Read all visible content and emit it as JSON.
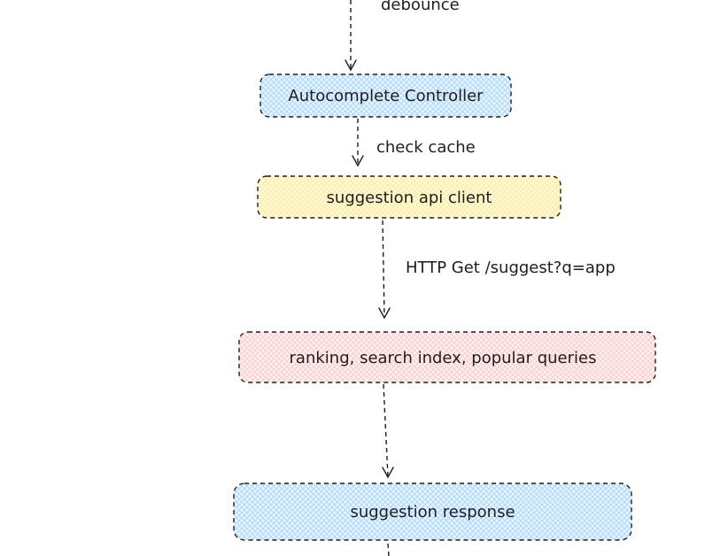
{
  "colors": {
    "stroke": "#1e1e1e",
    "blue_fill": "#a5d8ff",
    "yellow_fill": "#ffec99",
    "red_fill": "#ffc9c9"
  },
  "nodes": [
    {
      "id": "autocomplete-controller",
      "label": "Autocomplete Controller",
      "fill": "#a5d8ff"
    },
    {
      "id": "suggestion-api-client",
      "label": "suggestion api client",
      "fill": "#ffec99"
    },
    {
      "id": "ranking-service",
      "label": "ranking, search index, popular queries",
      "fill": "#ffc9c9"
    },
    {
      "id": "suggestion-response",
      "label": "suggestion response",
      "fill": "#a5d8ff"
    }
  ],
  "edges": [
    {
      "label": "debounce"
    },
    {
      "label": "check cache"
    },
    {
      "label": "HTTP Get /suggest?q=app"
    },
    {
      "label": ""
    },
    {
      "label": ""
    }
  ]
}
